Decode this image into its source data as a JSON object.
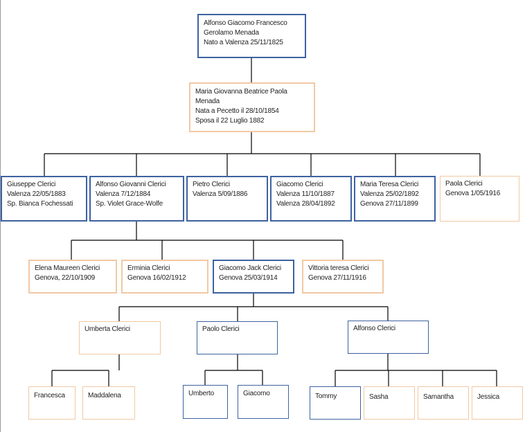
{
  "root": {
    "name_1": "Alfonso Giacomo Francesco",
    "name_2": "Gerolamo Menada",
    "detail": "Nato a Valenza 25/11/1825"
  },
  "gen1": {
    "name_1": "Maria Giovanna Beatrice Paola",
    "name_2": "Menada",
    "detail_1": "Nata a Pecetto il 28/10/1854",
    "detail_2": "Sposa il 22 Luglio 1882"
  },
  "gen2": [
    {
      "name": "Giuseppe Clerici",
      "detail_1": "Valenza 22/05/1883",
      "detail_2": "Sp. Bianca Fochessati"
    },
    {
      "name": "Alfonso Giovanni Clerici",
      "detail_1": "Valenza 7/12/1884",
      "detail_2": "Sp. Violet Grace-Wolfe"
    },
    {
      "name": "Pietro Clerici",
      "detail_1": "Valenza 5/09/1886"
    },
    {
      "name": "Giacomo Clerici",
      "detail_1": "Valenza 11/10/1887",
      "detail_2": "Valenza 28/04/1892"
    },
    {
      "name": "Maria Teresa Clerici",
      "detail_1": "Valenza 25/02/1892",
      "detail_2": "Genova 27/11/1899"
    },
    {
      "name": "Paola Clerici",
      "detail_1": "Genova 1/05/1916"
    }
  ],
  "gen3": [
    {
      "name": "Elena Maureen Clerici",
      "detail": "Genova, 22/10/1909"
    },
    {
      "name": "Erminia Clerici",
      "detail": "Genova 16/02/1912"
    },
    {
      "name": "Giacomo Jack Clerici",
      "detail": "Genova 25/03/1914"
    },
    {
      "name": "Vittoria teresa Clerici",
      "detail": "Genova 27/11/1916"
    }
  ],
  "gen4": [
    {
      "name": "Umberta Clerici"
    },
    {
      "name": "Paolo Clerici"
    },
    {
      "name": "Alfonso Clerici"
    }
  ],
  "gen5": [
    {
      "name": "Francesca"
    },
    {
      "name": "Maddalena"
    },
    {
      "name": "Umberto"
    },
    {
      "name": "Giacomo"
    },
    {
      "name": "Tommy"
    },
    {
      "name": "Sasha"
    },
    {
      "name": "Samantha"
    },
    {
      "name": "Jessica"
    }
  ],
  "colors": {
    "blue_border": "#3d62a0",
    "orange_border": "#f1c9a3",
    "connector": "#000000"
  }
}
